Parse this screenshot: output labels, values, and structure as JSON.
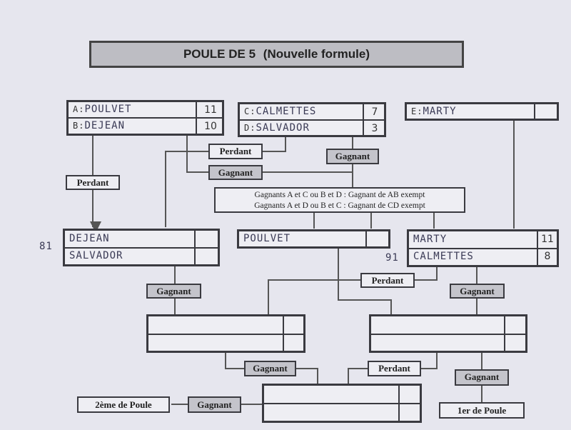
{
  "title": "POULE DE 5",
  "subtitle": "(Nouvelle formule)",
  "round1": {
    "ab": {
      "a_prefix": "A:",
      "a_name": "POULVET",
      "a_score": "11",
      "b_prefix": "B:",
      "b_name": "DEJEAN",
      "b_score": "10"
    },
    "cd": {
      "c_prefix": "C:",
      "c_name": "CALMETTES",
      "c_score": "7",
      "d_prefix": "D:",
      "d_name": "SALVADOR",
      "d_score": "3"
    },
    "e": {
      "e_prefix": "E:",
      "e_name": "MARTY",
      "e_score": ""
    }
  },
  "labels": {
    "perdant": "Perdant",
    "gagnant": "Gagnant"
  },
  "rule_lines": [
    "Gagnants A et C ou B et D : Gagnant de AB exempt",
    "Gagnants A et D ou B et C : Gagnant de CD exempt"
  ],
  "round2": {
    "left": {
      "p1": "DEJEAN",
      "p2": "SALVADOR",
      "note": "81"
    },
    "middle": {
      "p1": "POULVET"
    },
    "right": {
      "p1": "MARTY",
      "s1": "11",
      "p2": "CALMETTES",
      "s2": "8",
      "note": "91"
    }
  },
  "results": {
    "second": "2ème de Poule",
    "first": "1er de Poule"
  }
}
